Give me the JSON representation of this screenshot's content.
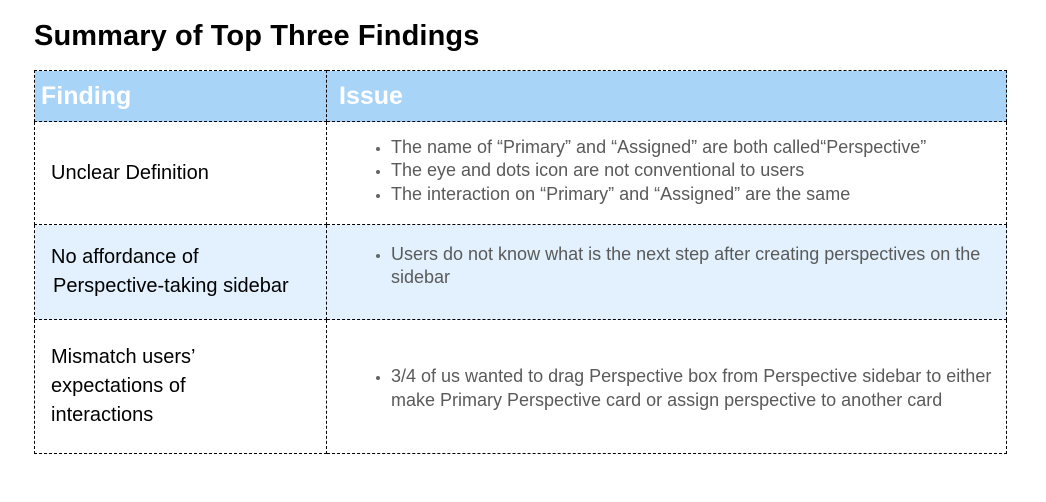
{
  "title": "Summary of Top Three Findings",
  "headers": {
    "finding": "Finding",
    "issue": "Issue"
  },
  "rows": [
    {
      "finding": [
        "Unclear Definition"
      ],
      "issues": [
        "The name of “Primary” and “Assigned” are both called“Perspective”",
        "The eye and dots icon are not conventional to users",
        "The interaction on “Primary” and “Assigned” are the same"
      ]
    },
    {
      "finding": [
        "No affordance of",
        "Perspective-taking sidebar"
      ],
      "issues": [
        "Users do not know what is the next step after creating perspectives on the sidebar"
      ]
    },
    {
      "finding": [
        "Mismatch users’",
        "expectations of",
        "interactions"
      ],
      "issues": [
        "3/4 of us wanted to drag Perspective box from Perspective sidebar to either make Primary Perspective card or assign perspective to another card"
      ]
    }
  ],
  "colors": {
    "header_bg": "#a8d4f8",
    "highlight_row_bg": "#e2f1fd",
    "header_text": "#ffffff",
    "issue_text": "#5a5a5a"
  }
}
